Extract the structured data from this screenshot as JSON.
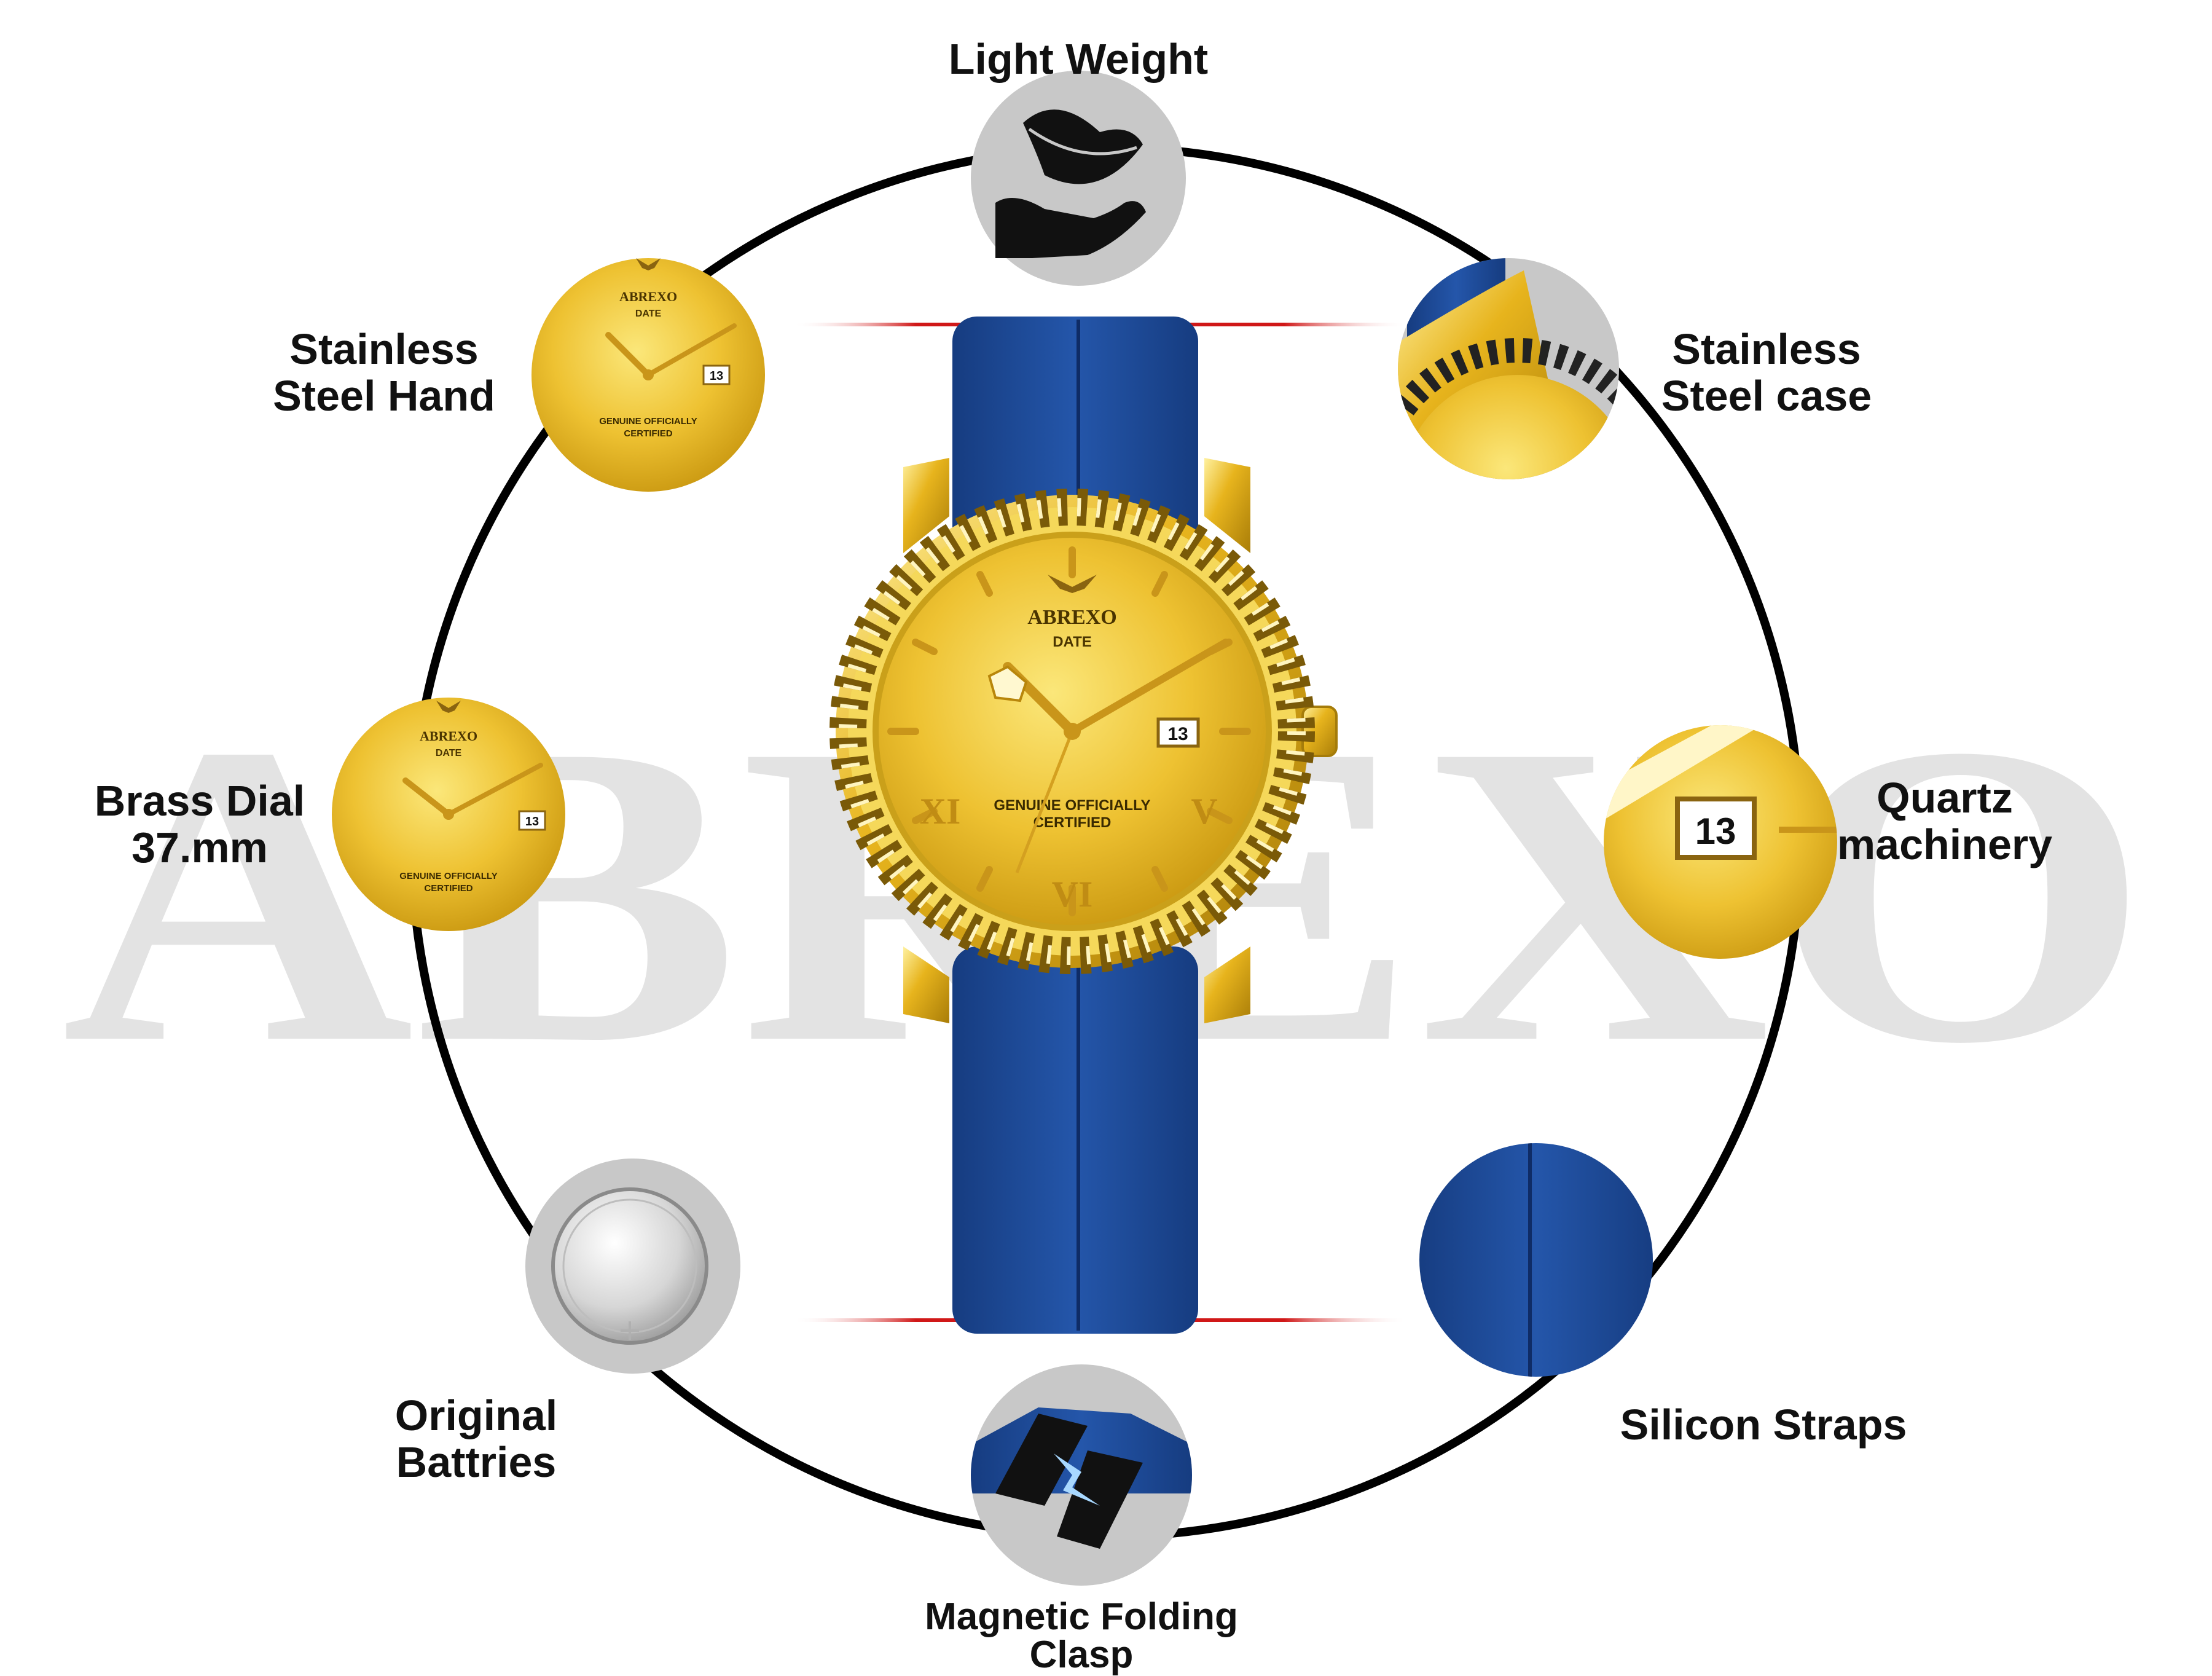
{
  "brand": {
    "watermark": "ABREXO",
    "dial_brand": "ABREXO",
    "dial_sub": "DATE",
    "dial_line1": "GENUINE OFFICIALLY",
    "dial_line2": "CERTIFIED",
    "date_window": "13"
  },
  "features": {
    "light_weight": [
      "Light Weight"
    ],
    "steel_hand": [
      "Stainless",
      "Steel Hand"
    ],
    "steel_case": [
      "Stainless",
      "Steel case"
    ],
    "brass_dial": [
      "Brass Dial",
      "37.mm"
    ],
    "quartz": [
      "Quartz",
      "machinery"
    ],
    "batteries": [
      "Original",
      "Battries"
    ],
    "straps": [
      "Silicon Straps"
    ],
    "clasp": [
      "Magnetic Folding",
      "Clasp"
    ]
  },
  "colors": {
    "gold": "#e8b820",
    "gold_light": "#f6dc63",
    "gold_dark": "#b8860b",
    "strap_blue": "#1f4f9e",
    "strap_blue_dark": "#163c80",
    "ring": "#000000",
    "icon_bg": "#c8c8c8",
    "accent_red": "#d01818",
    "watermark": "#e3e3e3"
  }
}
